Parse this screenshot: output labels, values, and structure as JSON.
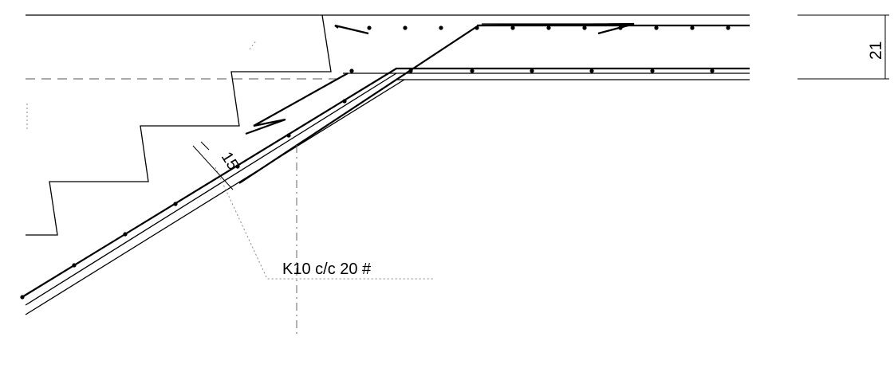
{
  "annotations": {
    "slab_thickness": "15",
    "landing_thickness": "21",
    "rebar_callout": "K10 c/c 20 #"
  }
}
